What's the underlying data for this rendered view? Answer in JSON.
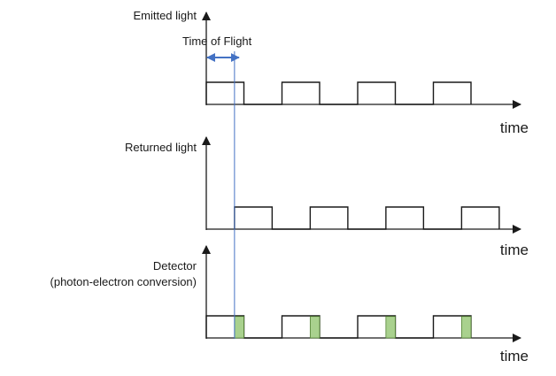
{
  "panels": [
    {
      "label_lines": [
        "Emitted light"
      ],
      "axis_label": "time",
      "pulse_count": 4,
      "delay_fraction": 0
    },
    {
      "label_lines": [
        "Returned light"
      ],
      "axis_label": "time",
      "pulse_count": 4,
      "delay_fraction": 0.75
    },
    {
      "label_lines": [
        "Detector",
        "(photon-electron conversion)"
      ],
      "axis_label": "time",
      "pulse_count": 4,
      "delay_fraction": 0
    }
  ],
  "tof_label": "Time of Flight",
  "overlap_fraction": 0.25,
  "colors": {
    "line": "#1a1a1a",
    "tof_arrow": "#4472c4",
    "tof_line": "#4472c4",
    "overlap_fill": "#a9d18e",
    "overlap_stroke": "#548235"
  }
}
